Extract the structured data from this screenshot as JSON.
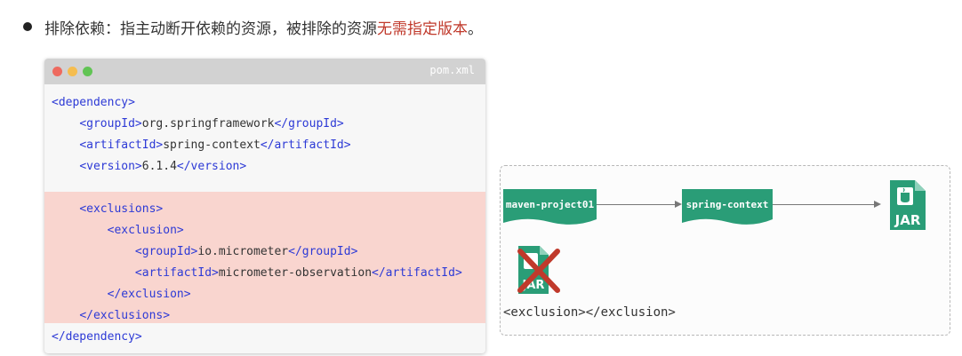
{
  "heading": {
    "prefix": "排除依赖：指主动断开依赖的资源，被排除的资源",
    "highlight": "无需指定版本",
    "suffix": "。"
  },
  "code_window": {
    "filename": "pom.xml",
    "dot_colors": [
      "#ee6a5f",
      "#f5bd4f",
      "#61c454"
    ],
    "highlight_color": "#f9d5cf",
    "lines": [
      {
        "indent": "",
        "tag_open": "<dependency>",
        "text": "",
        "tag_close": ""
      },
      {
        "indent": "    ",
        "tag_open": "<groupId>",
        "text": "org.springframework",
        "tag_close": "</groupId>"
      },
      {
        "indent": "    ",
        "tag_open": "<artifactId>",
        "text": "spring-context",
        "tag_close": "</artifactId>"
      },
      {
        "indent": "    ",
        "tag_open": "<version>",
        "text": "6.1.4",
        "tag_close": "</version>"
      },
      {
        "indent": "",
        "tag_open": "",
        "text": "",
        "tag_close": ""
      },
      {
        "indent": "    ",
        "tag_open": "<exclusions>",
        "text": "",
        "tag_close": ""
      },
      {
        "indent": "        ",
        "tag_open": "<exclusion>",
        "text": "",
        "tag_close": ""
      },
      {
        "indent": "            ",
        "tag_open": "<groupId>",
        "text": "io.micrometer",
        "tag_close": "</groupId>"
      },
      {
        "indent": "            ",
        "tag_open": "<artifactId>",
        "text": "micrometer-observation",
        "tag_close": "</artifactId>"
      },
      {
        "indent": "        ",
        "tag_open": "",
        "text": "",
        "tag_close": "</exclusion>"
      },
      {
        "indent": "    ",
        "tag_open": "",
        "text": "",
        "tag_close": "</exclusions>"
      },
      {
        "indent": "",
        "tag_open": "",
        "text": "",
        "tag_close": "</dependency>"
      }
    ]
  },
  "diagram": {
    "node_color": "#2a9d77",
    "nodes": {
      "project": "maven-project01",
      "context": "spring-context"
    },
    "jar_label": "JAR",
    "exclusion_label": "<exclusion></exclusion>",
    "cross_color": "#c0392b"
  }
}
